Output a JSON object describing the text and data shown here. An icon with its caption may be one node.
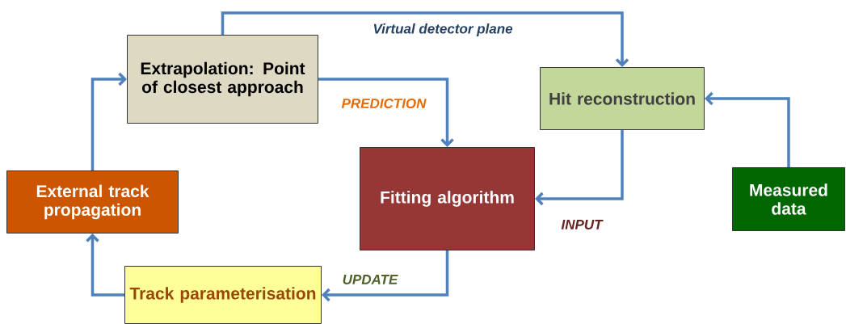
{
  "diagram": {
    "nodes": [
      {
        "text": [
          "Extrapolation: Point of closest approach"
        ]
      },
      {
        "text": [
          "Hit reconstruction"
        ]
      },
      {
        "text": [
          "Fitting algorithm"
        ]
      },
      {
        "text": [
          "Measured data"
        ]
      },
      {
        "text": [
          "External track propagation"
        ]
      },
      {
        "text": [
          "Track parameterisation"
        ]
      }
    ],
    "edges": [
      {
        "from": 0,
        "to": 1,
        "arrow": "to",
        "label": "Virtual detector plane"
      },
      {
        "from": 0,
        "to": 2,
        "arrow": "to",
        "label": "PREDICTION"
      },
      {
        "from": 3,
        "to": 1,
        "arrow": "to"
      },
      {
        "from": 1,
        "to": 2,
        "arrow": "to",
        "label": "INPUT"
      },
      {
        "from": 2,
        "to": 5,
        "arrow": "to",
        "label": "UPDATE"
      },
      {
        "from": 5,
        "to": 4,
        "arrow": "to"
      },
      {
        "from": 4,
        "to": 0,
        "arrow": "to"
      }
    ]
  }
}
